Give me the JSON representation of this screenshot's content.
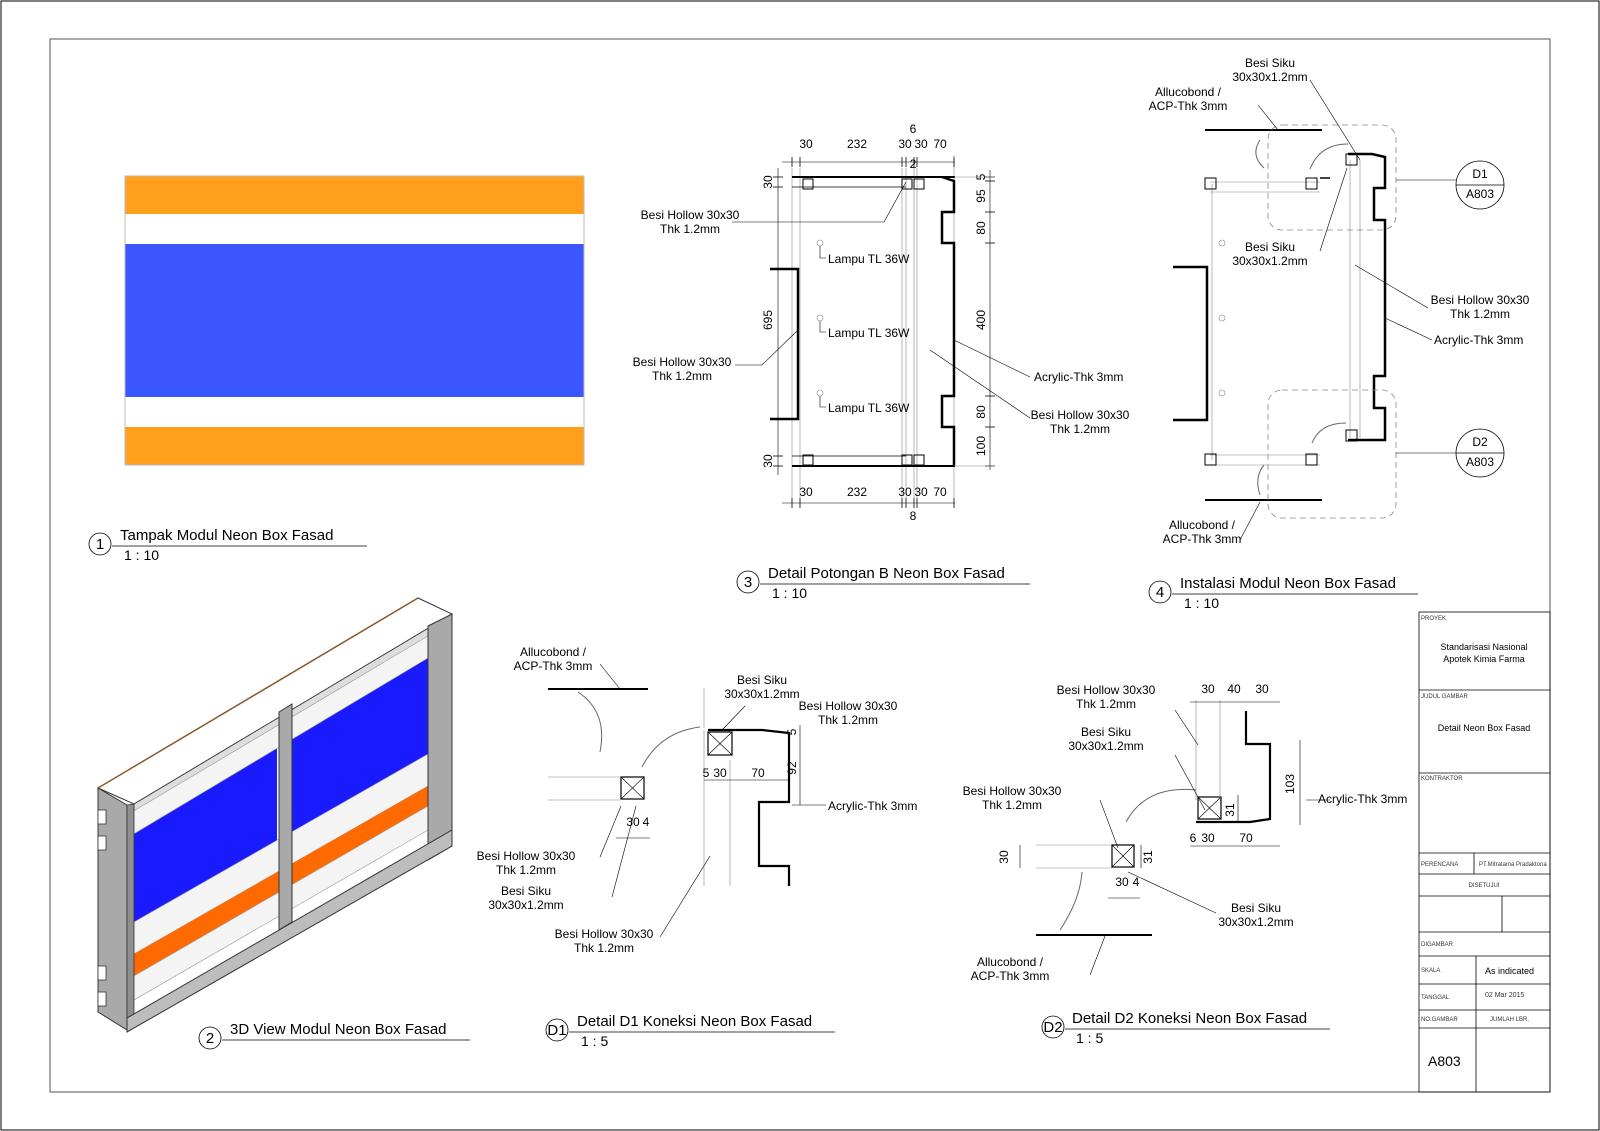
{
  "drawings": {
    "v1": {
      "num": "1",
      "title": "Tampak Modul Neon Box Fasad",
      "scale": "1 : 10"
    },
    "v2": {
      "num": "2",
      "title": "3D View Modul Neon Box Fasad"
    },
    "v3": {
      "num": "3",
      "title": "Detail Potongan B Neon Box Fasad",
      "scale": "1 : 10"
    },
    "v4": {
      "num": "4",
      "title": "Instalasi Modul Neon Box Fasad",
      "scale": "1 : 10"
    },
    "d1": {
      "num": "D1",
      "title": "Detail D1 Koneksi Neon Box Fasad",
      "scale": "1 : 5"
    },
    "d2": {
      "num": "D2",
      "title": "Detail D2 Koneksi Neon Box Fasad",
      "scale": "1 : 5"
    }
  },
  "v3_labels": {
    "top_dims": [
      "30",
      "232",
      "30",
      "30",
      "70"
    ],
    "top_small": "6",
    "top_small2": "2",
    "bottom_dims": [
      "30",
      "232",
      "30",
      "30",
      "70"
    ],
    "bottom_small": "8",
    "left_dims": [
      "30",
      "695",
      "30"
    ],
    "right_dims": [
      "5",
      "95",
      "80",
      "400",
      "80",
      "100"
    ],
    "besi_hollow_a1": "Besi Hollow 30x30",
    "besi_hollow_a2": "Thk 1.2mm",
    "lampu": "Lampu TL 36W",
    "acrylic": "Acrylic-Thk 3mm"
  },
  "v4_labels": {
    "besi_siku_1": "Besi Siku",
    "besi_siku_2": "30x30x1.2mm",
    "allucobond_1": "Allucobond /",
    "allucobond_2": "ACP-Thk 3mm",
    "besi_hollow_1": "Besi Hollow 30x30",
    "besi_hollow_2": "Thk 1.2mm",
    "acrylic": "Acrylic-Thk 3mm",
    "callout_d1_top": "D1",
    "callout_d1_bot": "A803",
    "callout_d2_top": "D2",
    "callout_d2_bot": "A803"
  },
  "d1_labels": {
    "allucobond_1": "Allucobond /",
    "allucobond_2": "ACP-Thk 3mm",
    "besi_siku_1": "Besi Siku",
    "besi_siku_2": "30x30x1.2mm",
    "besi_hollow_1": "Besi Hollow 30x30",
    "besi_hollow_2": "Thk 1.2mm",
    "acrylic": "Acrylic-Thk 3mm",
    "dims": [
      "5",
      "30",
      "70",
      "5",
      "92",
      "30",
      "4"
    ]
  },
  "d2_labels": {
    "besi_hollow_1": "Besi Hollow 30x30",
    "besi_hollow_2": "Thk 1.2mm",
    "besi_siku_1": "Besi Siku",
    "besi_siku_2": "30x30x1.2mm",
    "acrylic": "Acrylic-Thk 3mm",
    "allucobond_1": "Allucobond /",
    "allucobond_2": "ACP-Thk 3mm",
    "dims_top": [
      "30",
      "40",
      "30"
    ],
    "dims_bottom": [
      "6",
      "30",
      "70"
    ],
    "dim_103": "103",
    "dim_31a": "31",
    "dim_31b": "31",
    "dim_30": "30",
    "dims_small": [
      "30",
      "4"
    ]
  },
  "title_block": {
    "proyek_cap": "PROYEK",
    "proyek_1": "Standarisasi Nasional",
    "proyek_2": "Apotek Kimia Farma",
    "judul_cap": "JUDUL GAMBAR",
    "judul": "Detail Neon Box Fasad",
    "kontraktor_cap": "KONTRAKTOR",
    "perencana_cap": "PERENCANA",
    "perencana": "PT.Mitratama Pradaktona",
    "disetujui_cap": "DISETUJUI",
    "digambar_cap": "DIGAMBAR",
    "skala_cap": "SKALA",
    "skala": "As indicated",
    "tanggal_cap": "TANGGAL",
    "tanggal": "02 Mar 2015",
    "no_gambar_cap": "NO.GAMBAR",
    "jumlah_cap": "JUMLAH LBR.",
    "no_gambar": "A803"
  },
  "colors": {
    "orange": "#ff9f1c",
    "blue": "#3b55ff",
    "dark_orange": "#ff6a00",
    "frame_grey": "#a9a9a9"
  }
}
